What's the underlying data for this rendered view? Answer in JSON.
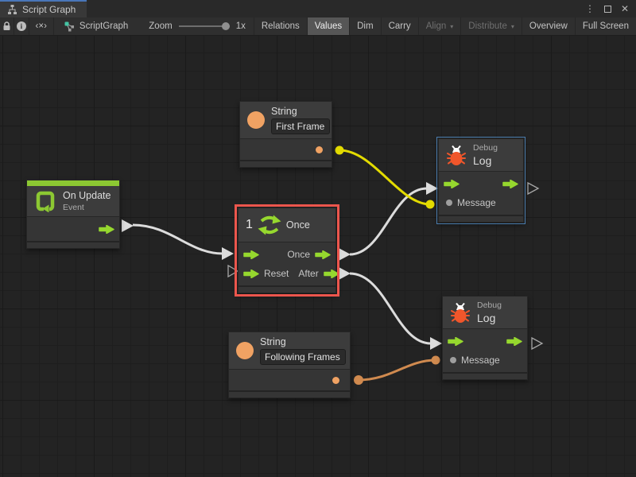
{
  "tab": {
    "title": "Script Graph"
  },
  "window_controls": {
    "menu": "⋮",
    "close": "✕"
  },
  "toolbar": {
    "code_toggle": "‹×›",
    "graph_name": "ScriptGraph",
    "zoom_label": "Zoom",
    "zoom_value": "1x",
    "buttons": [
      {
        "label": "Relations"
      },
      {
        "label": "Values"
      },
      {
        "label": "Dim"
      },
      {
        "label": "Carry"
      },
      {
        "label": "Align",
        "caret": "▾"
      },
      {
        "label": "Distribute",
        "caret": "▾"
      },
      {
        "label": "Overview"
      },
      {
        "label": "Full Screen"
      }
    ]
  },
  "nodes": {
    "on_update": {
      "title": "On Update",
      "subtitle": "Event"
    },
    "string_first": {
      "title": "String",
      "value": "First Frame"
    },
    "once": {
      "badge": "1",
      "title": "Once",
      "out_top_label": "Once",
      "in_bottom_label": "Reset",
      "out_bottom_label": "After"
    },
    "debug_top": {
      "subtitle": "Debug",
      "title": "Log",
      "message_label": "Message"
    },
    "debug_bottom": {
      "subtitle": "Debug",
      "title": "Log",
      "message_label": "Message"
    },
    "string_following": {
      "title": "String",
      "value": "Following Frames"
    }
  },
  "colors": {
    "accent_green": "#96D82E",
    "event_green": "#8CC832",
    "value_orange": "#F0A263",
    "wire_yellow": "#E3DB00",
    "wire_orange": "#D08A4F",
    "wire_white": "#DCDCDC",
    "selection_red": "#EC564D",
    "selection_blue": "#4C7EAF",
    "bug_red": "#F0562B"
  }
}
